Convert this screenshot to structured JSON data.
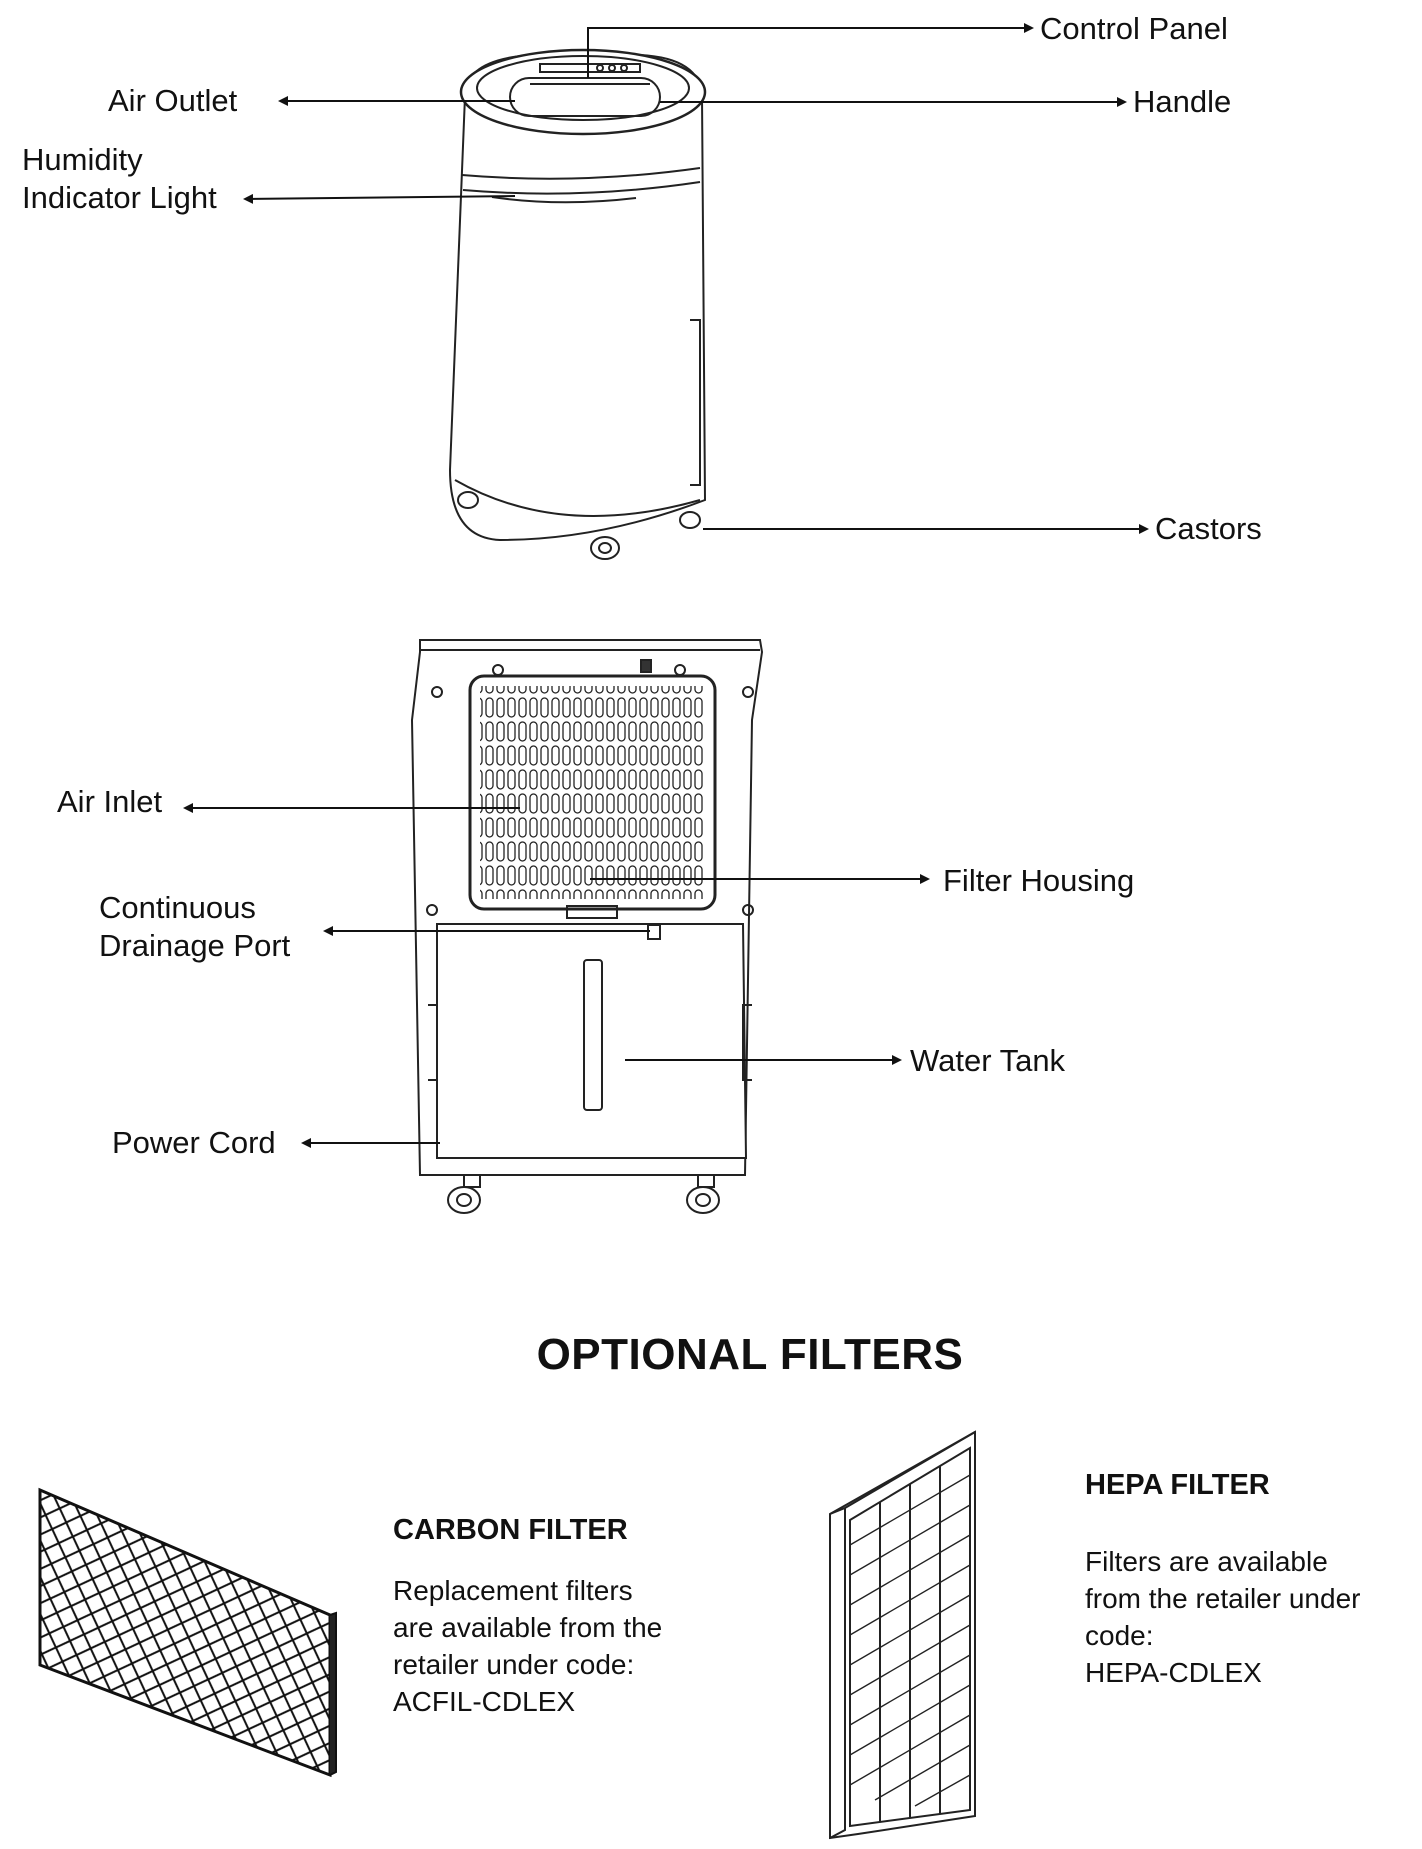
{
  "labels": {
    "control_panel": "Control Panel",
    "air_outlet": "Air Outlet",
    "handle": "Handle",
    "humidity_line1": "Humidity",
    "humidity_line2": "Indicator Light",
    "castors": "Castors",
    "air_inlet": "Air Inlet",
    "filter_housing": "Filter Housing",
    "continuous_line1": "Continuous",
    "continuous_line2": "Drainage Port",
    "water_tank": "Water Tank",
    "power_cord": "Power Cord"
  },
  "optional_filters": {
    "title": "OPTIONAL FILTERS",
    "carbon": {
      "title": "CARBON FILTER",
      "lines": [
        "Replacement filters",
        "are available from the",
        "retailer under code:",
        "ACFIL-CDLEX"
      ]
    },
    "hepa": {
      "title": "HEPA FILTER",
      "lines": [
        "Filters are available",
        "from the retailer under",
        "code:",
        "HEPA-CDLEX"
      ]
    }
  }
}
